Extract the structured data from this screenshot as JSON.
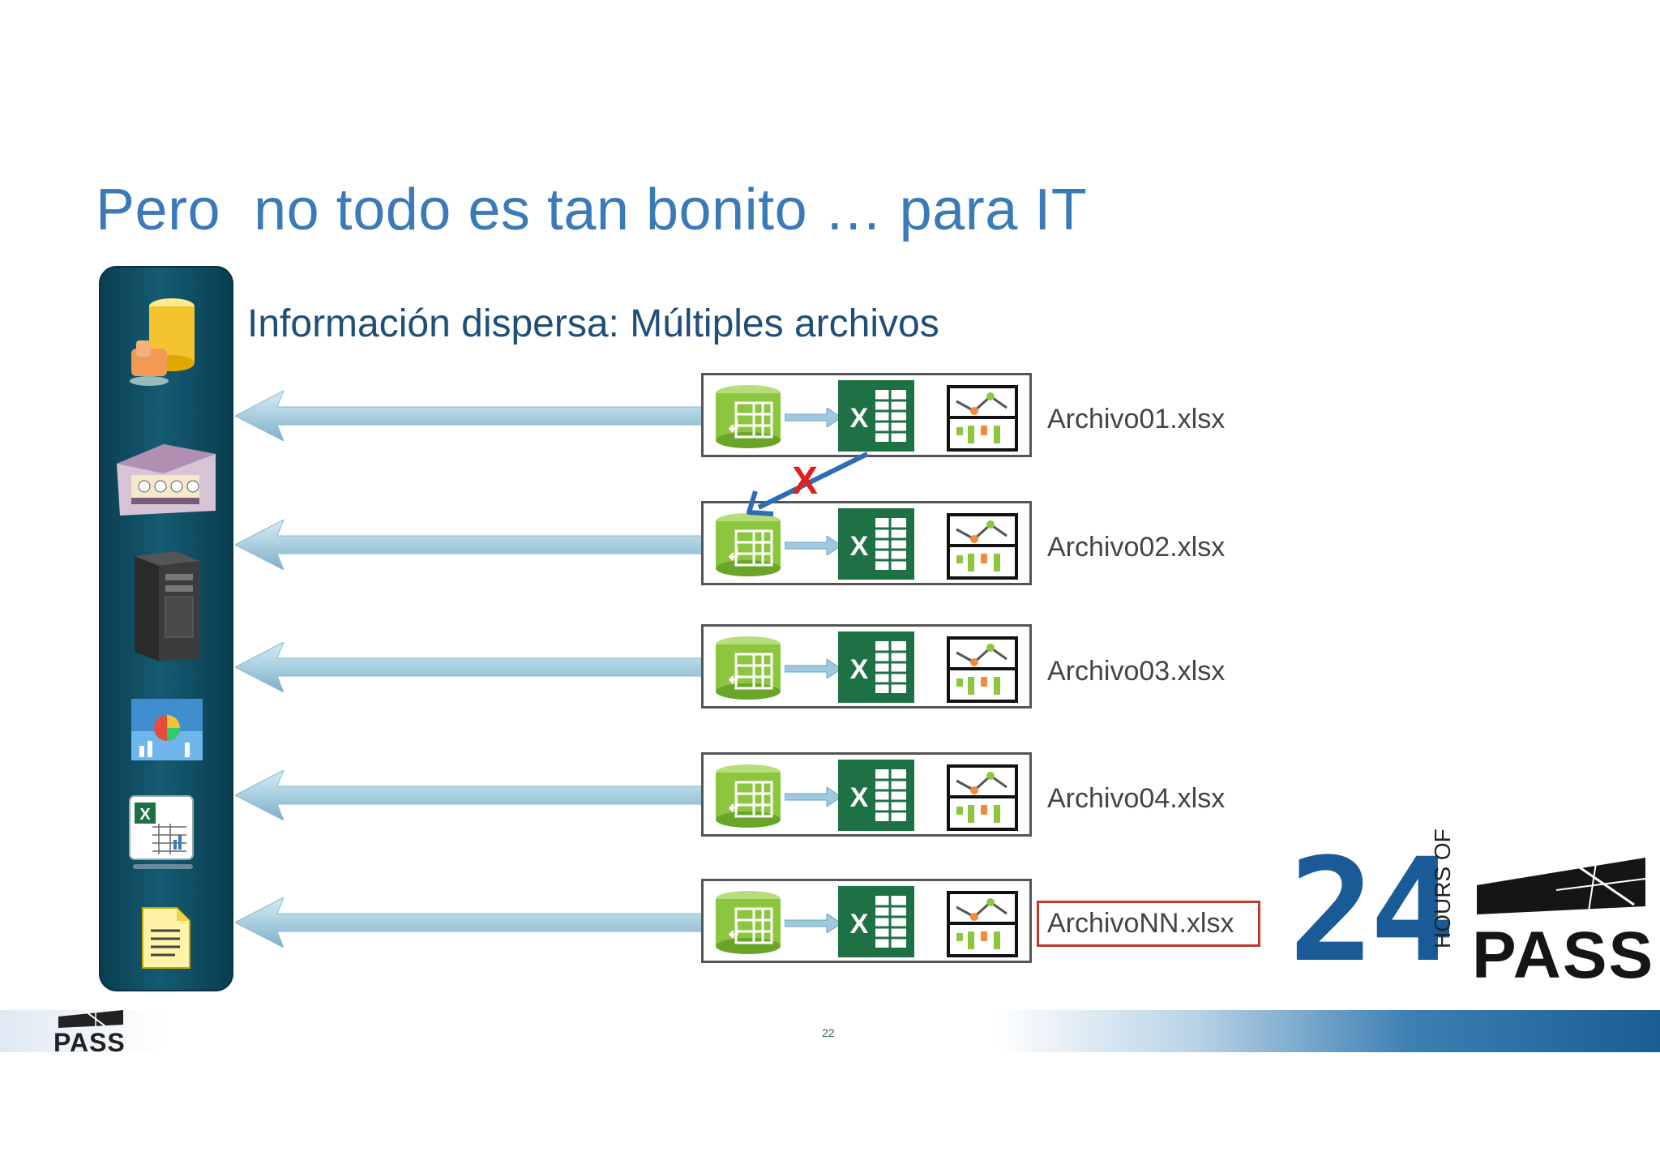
{
  "slide": {
    "title": "Pero  no todo es tan bonito … para IT",
    "subtitle": "Información dispersa: Múltiples archivos",
    "page_number": "22"
  },
  "files": [
    {
      "name": "Archivo01.xlsx",
      "highlighted": false
    },
    {
      "name": "Archivo02.xlsx",
      "highlighted": false
    },
    {
      "name": "Archivo03.xlsx",
      "highlighted": false
    },
    {
      "name": "Archivo04.xlsx",
      "highlighted": false
    },
    {
      "name": "ArchivoNN.xlsx",
      "highlighted": true
    }
  ],
  "cross_link": {
    "mark": "X",
    "color": "#e02020"
  },
  "sidebar": {
    "icons": [
      "database-icon",
      "mainframe-icon",
      "server-tower-icon",
      "chart-report-icon",
      "excel-workbook-icon",
      "text-document-icon"
    ]
  },
  "branding": {
    "event_number": "24",
    "event_words": "HOURS OF",
    "brand_large": "PASS",
    "brand_small": "PASS"
  },
  "colors": {
    "title": "#3a7ab8",
    "subtitle": "#1f4e79",
    "excel_green": "#1e7145",
    "powerpivot_green": "#8cc63f",
    "highlight_border": "#c0392b",
    "brand_blue": "#1a5a96"
  }
}
